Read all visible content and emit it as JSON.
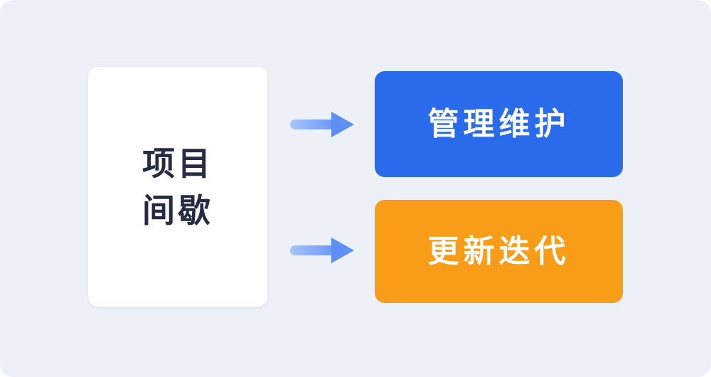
{
  "canvas": {
    "background": "#edf1f7"
  },
  "source_card": {
    "lines": [
      "项目",
      "间歇"
    ],
    "background": "#ffffff",
    "text_color": "#262b43"
  },
  "arrows": {
    "icon": "arrow-right-icon",
    "gradient_start": "#a9c4fb",
    "gradient_end": "#5e8ff7"
  },
  "targets": [
    {
      "label": "管理维护",
      "background": "#2a6bec",
      "text_color": "#ffffff"
    },
    {
      "label": "更新迭代",
      "background": "#f99d18",
      "text_color": "#ffffff"
    }
  ]
}
